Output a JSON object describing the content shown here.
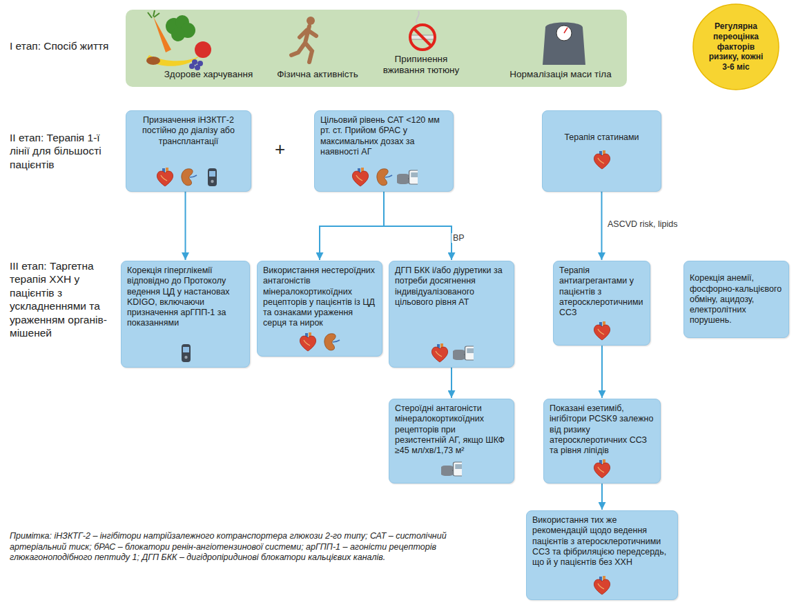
{
  "diagram": {
    "nodes": [
      {
        "text": [
          "Здорове харчування",
          "Фізична активність",
          "Припинення вживання тютюну",
          "Нормалізація маси тіла"
        ]
      },
      {
        "text": [
          "Регулярна переоцінка факторів ризику, кожні 3-6 міс"
        ]
      },
      {
        "text": [
          "Призначення іНЗКТГ-2 постійно до діалізу або трансплантації"
        ]
      },
      {
        "text": [
          "Цільовий рівень САТ <120 мм рт. ст. Прийом бРАС у максимальних дозах за наявності АГ"
        ]
      },
      {
        "text": [
          "Терапія статинами"
        ]
      },
      {
        "text": [
          "Корекція гіперглікемії відповідно до Протоколу ведення ЦД у настановах KDIGO, включаючи призначення арГПП-1 за показаннями"
        ]
      },
      {
        "text": [
          "Використання нестероїдних антагоністів мінералокортикоїдних рецепторів у пацієнтів із ЦД та ознаками ураження серця та нирок"
        ]
      },
      {
        "text": [
          "ДГП БКК і/або діуретики за потреби досягнення індивідуалізованого цільового рівня АТ"
        ]
      },
      {
        "text": [
          "Терапія антиагрегантами у пацієнтів з атеросклеротичними ССЗ"
        ]
      },
      {
        "text": [
          "Корекція анемії, фосфорно-кальцієвого обміну, ацидозу, електролітних порушень."
        ]
      },
      {
        "text": [
          "Стероїдні антагоністи мінералокортикоїдних рецепторів при резистентній АГ, якщо ШКФ ≥45 мл/хв/1,73 м²"
        ]
      },
      {
        "text": [
          "Показані езетиміб, інгібітори PCSK9 залежно від ризику атеросклеротичних ССЗ та рівня ліпідів"
        ]
      },
      {
        "text": [
          "Використання тих же рекомендацій щодо ведення пацієнтів з атеросклеротичними ССЗ та фібриляцією передсердь, що й у пацієнтів без ХХН"
        ]
      }
    ],
    "edges": [
      {
        "from": 2,
        "to": 5,
        "arrow": "to"
      },
      {
        "from": 3,
        "to": 6,
        "arrow": "to"
      },
      {
        "from": 3,
        "to": 7,
        "label": "BP",
        "arrow": "to"
      },
      {
        "from": 4,
        "to": 8,
        "label": "ASCVD risk, lipids",
        "arrow": "to"
      },
      {
        "from": 7,
        "to": 10,
        "arrow": "to"
      },
      {
        "from": 8,
        "to": 11,
        "arrow": "to"
      },
      {
        "from": 11,
        "to": 12,
        "arrow": "to"
      }
    ],
    "labels": [
      "І етап: Спосіб життя",
      "ІІ етап: Терапія 1-ї лінії для більшості пацієнтів",
      "ІІІ етап: Таргетна терапія ХХН у пацієнтів з ускладненнями та ураженням органів-мішеней",
      "+",
      "Примітка: іНЗКТГ-2 – інгібітори натрійзалежного котранспортера глюкози 2-го типу; САТ – систолічний артеріальний тиск; бРАС – блокатори ренін-ангіотензинової системи; арГПП-1 – агоністи рецепторів глюкагоноподібного пептиду 1; ДГП БКК – дигідропіридинові блокатори кальцієвих каналів."
    ]
  }
}
